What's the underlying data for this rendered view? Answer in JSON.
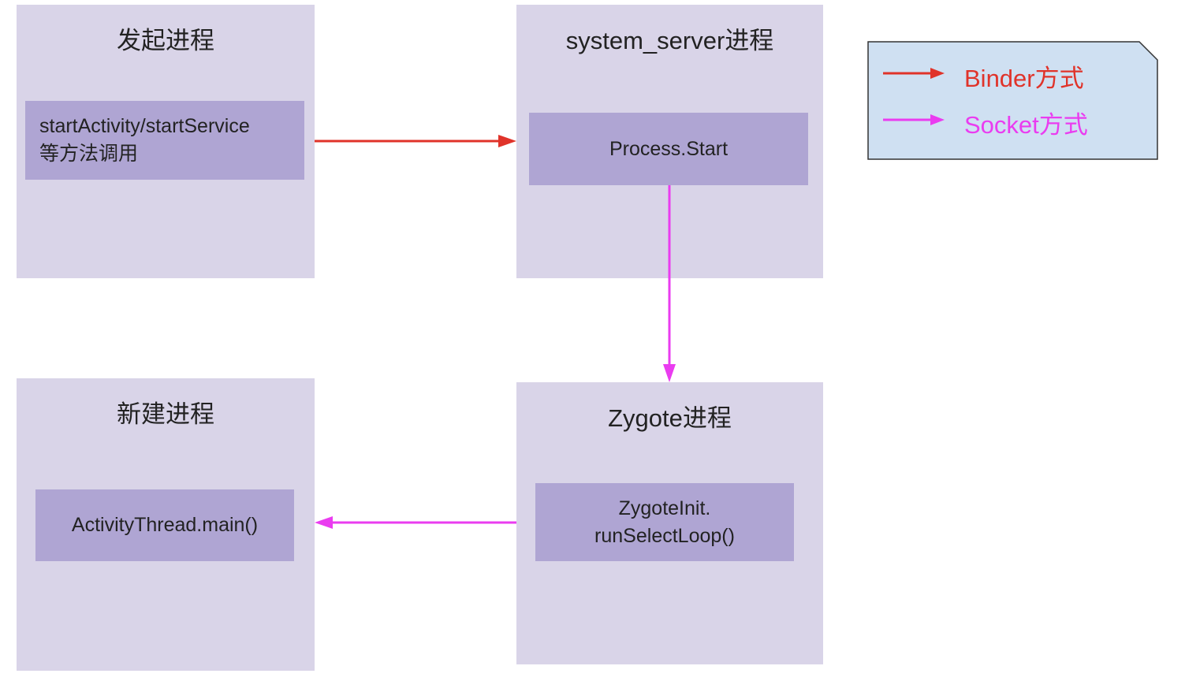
{
  "colors": {
    "binder": "#e0332a",
    "socket": "#ea3cf0",
    "process_bg": "#d9d4e8",
    "method_bg": "#afa5d3",
    "legend_bg": "#cfe0f2"
  },
  "processes": {
    "initiator": {
      "title": "发起进程",
      "method_lines": [
        "startActivity/startService",
        "等方法调用"
      ]
    },
    "system_server": {
      "title": "system_server进程",
      "method_lines": [
        "Process.Start"
      ]
    },
    "zygote": {
      "title": "Zygote进程",
      "method_lines": [
        "ZygoteInit.",
        "runSelectLoop()"
      ]
    },
    "new_process": {
      "title": "新建进程",
      "method_lines": [
        "ActivityThread.main()"
      ]
    }
  },
  "legend": {
    "items": [
      {
        "label": "Binder方式",
        "type": "binder"
      },
      {
        "label": "Socket方式",
        "type": "socket"
      }
    ]
  }
}
